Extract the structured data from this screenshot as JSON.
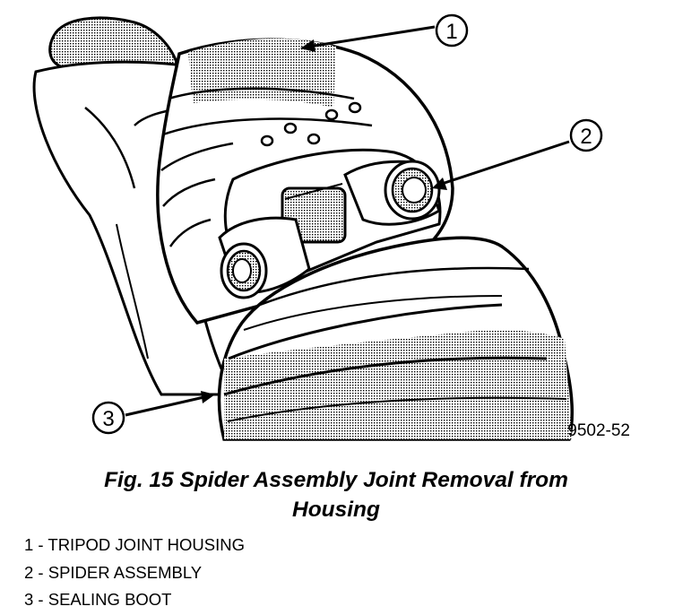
{
  "figure": {
    "callouts": [
      "1",
      "2",
      "3"
    ],
    "figure_id": "9502-52"
  },
  "caption": {
    "line1": "Fig. 15 Spider Assembly Joint Removal from",
    "line2": "Housing"
  },
  "legend": [
    "1 - TRIPOD JOINT HOUSING",
    "2 - SPIDER ASSEMBLY",
    "3 - SEALING BOOT"
  ]
}
